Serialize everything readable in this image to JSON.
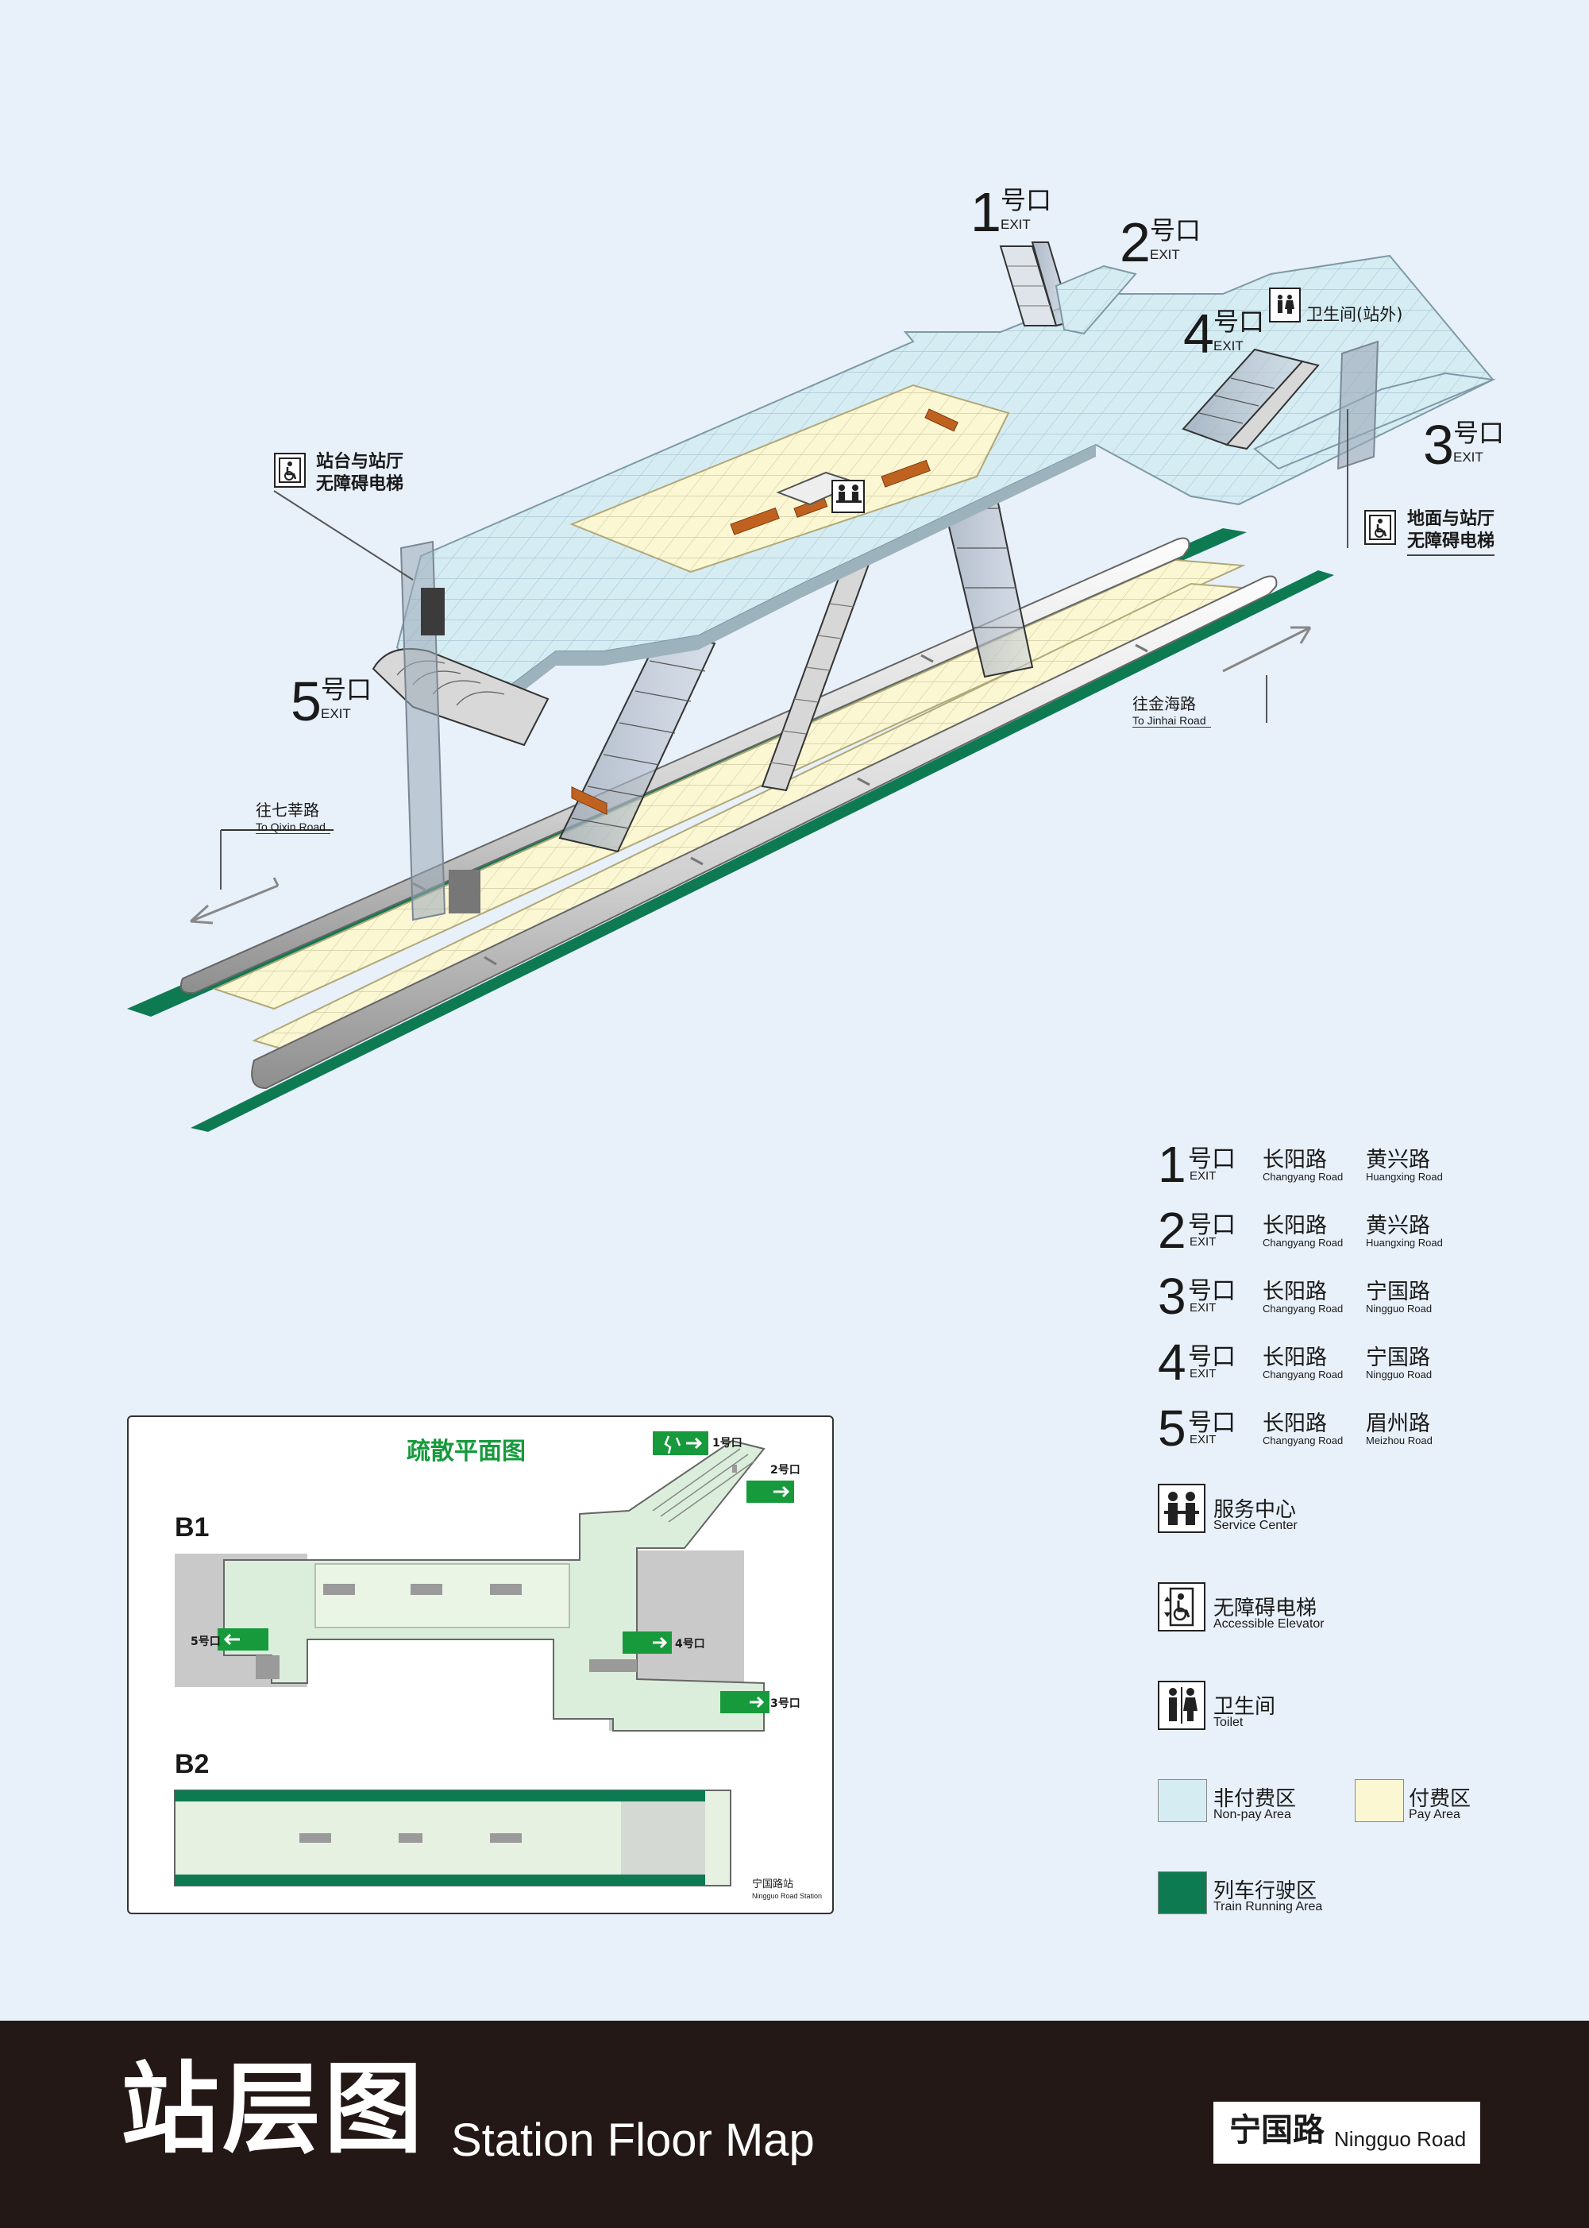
{
  "colors": {
    "background": "#e8f0fa",
    "non_pay_area": "#d6ecf3",
    "pay_area": "#fbf7d2",
    "train_running_area": "#0e7a52",
    "footer": "#231815",
    "evac_green": "#169a3c"
  },
  "exits_3d": [
    {
      "num": "1",
      "hk": "号口",
      "ex": "EXIT"
    },
    {
      "num": "2",
      "hk": "号口",
      "ex": "EXIT"
    },
    {
      "num": "3",
      "hk": "号口",
      "ex": "EXIT"
    },
    {
      "num": "4",
      "hk": "号口",
      "ex": "EXIT"
    },
    {
      "num": "5",
      "hk": "号口",
      "ex": "EXIT"
    }
  ],
  "callouts": {
    "elevator_platform": "站台与站厅\n无障碍电梯",
    "elevator_ground": "地面与站厅\n无障碍电梯",
    "toilet_outside": "卫生间(站外)"
  },
  "directions": {
    "qixin_cn": "往七莘路",
    "qixin_en": "To Qixin Road",
    "jinhai_cn": "往金海路",
    "jinhai_en": "To Jinhai Road"
  },
  "legend": {
    "exits": [
      {
        "num": "1",
        "hk": "号口",
        "ex": "EXIT",
        "r1": "长阳路",
        "r1e": "Changyang Road",
        "r2": "黄兴路",
        "r2e": "Huangxing Road"
      },
      {
        "num": "2",
        "hk": "号口",
        "ex": "EXIT",
        "r1": "长阳路",
        "r1e": "Changyang Road",
        "r2": "黄兴路",
        "r2e": "Huangxing Road"
      },
      {
        "num": "3",
        "hk": "号口",
        "ex": "EXIT",
        "r1": "长阳路",
        "r1e": "Changyang Road",
        "r2": "宁国路",
        "r2e": "Ningguo Road"
      },
      {
        "num": "4",
        "hk": "号口",
        "ex": "EXIT",
        "r1": "长阳路",
        "r1e": "Changyang Road",
        "r2": "宁国路",
        "r2e": "Ningguo Road"
      },
      {
        "num": "5",
        "hk": "号口",
        "ex": "EXIT",
        "r1": "长阳路",
        "r1e": "Changyang Road",
        "r2": "眉州路",
        "r2e": "Meizhou Road"
      }
    ],
    "service_cn": "服务中心",
    "service_en": "Service Center",
    "elevator_cn": "无障碍电梯",
    "elevator_en": "Accessible Elevator",
    "toilet_cn": "卫生间",
    "toilet_en": "Toilet",
    "nonpay_cn": "非付费区",
    "nonpay_en": "Non-pay Area",
    "pay_cn": "付费区",
    "pay_en": "Pay Area",
    "train_cn": "列车行驶区",
    "train_en": "Train Running  Area"
  },
  "evac": {
    "title": "疏散平面图",
    "b1": "B1",
    "b2": "B2",
    "exit1": "1号口",
    "exit2": "2号口",
    "exit3": "3号口",
    "exit4": "4号口",
    "exit5": "5号口",
    "station_cn": "宁国路站",
    "station_en": "Ningguo Road Station"
  },
  "footer": {
    "title_cn": "站层图",
    "title_en": "Station Floor Map",
    "station_cn": "宁国路",
    "station_en": "Ningguo Road"
  }
}
